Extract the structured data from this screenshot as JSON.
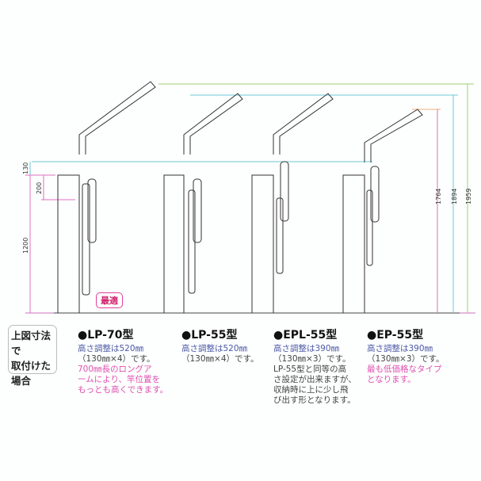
{
  "dimensions": {
    "d130": "130",
    "d200": "200",
    "d1200": "1200",
    "d1764": "1764",
    "d1894": "1894",
    "d1959": "1959"
  },
  "badge": "最適",
  "note": [
    "上図寸法で",
    "取付けた",
    "場合"
  ],
  "models": [
    {
      "name": "●LP-70型",
      "lines": [
        {
          "text": "高さ調整は520㎜",
          "style": "blue"
        },
        {
          "text": "（130㎜×4）です。",
          "style": ""
        },
        {
          "text": "700㎜長のロングア",
          "style": "pink"
        },
        {
          "text": "ームにより、竿位置を",
          "style": "pink"
        },
        {
          "text": "もっとも高くできます。",
          "style": "pink"
        }
      ]
    },
    {
      "name": "●LP-55型",
      "lines": [
        {
          "text": "高さ調整は520㎜",
          "style": "blue"
        },
        {
          "text": "（130㎜×4）です。",
          "style": ""
        }
      ]
    },
    {
      "name": "●EPL-55型",
      "lines": [
        {
          "text": "高さ調整は390㎜",
          "style": "blue"
        },
        {
          "text": "（130㎜×3）です。",
          "style": ""
        },
        {
          "text": "LP-55型と同等の高",
          "style": ""
        },
        {
          "text": "さ設定が出来ますが、",
          "style": ""
        },
        {
          "text": "収納時に上に少し飛",
          "style": ""
        },
        {
          "text": "び出す形となります。",
          "style": ""
        }
      ]
    },
    {
      "name": "●EP-55型",
      "lines": [
        {
          "text": "高さ調整は390㎜",
          "style": "blue"
        },
        {
          "text": "（130㎜×3）です。",
          "style": ""
        },
        {
          "text": "最も低価格なタイプ",
          "style": "pink"
        },
        {
          "text": "となります。",
          "style": "pink"
        }
      ]
    }
  ]
}
